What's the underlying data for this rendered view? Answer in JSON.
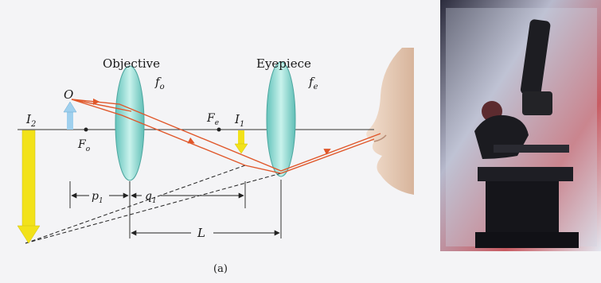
{
  "labels": {
    "objective": "Objective",
    "eyepiece": "Eyepiece",
    "f_o": "f",
    "f_o_sub": "o",
    "f_e": "f",
    "f_e_sub": "e",
    "O": "O",
    "I1": "I",
    "I1_sub": "1",
    "I2": "I",
    "I2_sub": "2",
    "Fo": "F",
    "Fo_sub": "o",
    "Fe": "F",
    "Fe_sub": "e",
    "p1": "p",
    "p1_sub": "1",
    "q1": "q",
    "q1_sub": "1",
    "L": "L",
    "caption": "(a)"
  },
  "colors": {
    "ray": "#e0572a",
    "lens": "#9fe0d8",
    "object_arrow": "#9fd0ee",
    "image_arrow": "#f2e21a",
    "photo_bg": "#c7d1e0"
  },
  "icons": {
    "face": "human-face-profile",
    "microscope": "microscope-photo"
  }
}
